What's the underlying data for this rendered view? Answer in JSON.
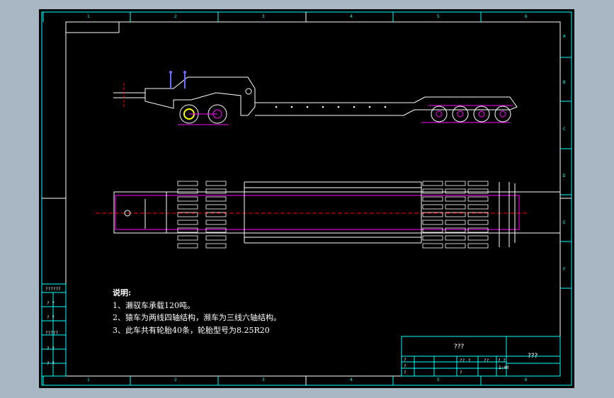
{
  "drawing": {
    "background": "#000000",
    "frame_color": "#00ffff",
    "line_color": "#ffffff",
    "centerline_color": "#ff0000",
    "hidden_color": "#ff00ff",
    "views": [
      "side-elevation",
      "plan-view"
    ]
  },
  "notes": {
    "heading": "说明:",
    "items": [
      "1、濑驭车承载120吨。",
      "2、猿车为两线四轴结构，濒车为三线六轴结构。",
      "3、此车共有轮胎40条，轮胎型号为8.25R20"
    ]
  },
  "title_block": {
    "center_title": "???",
    "right_title": "???",
    "scale_row": [
      "??",
      "?",
      "??",
      "? ?"
    ],
    "ratio": "1:40",
    "row_marks": [
      "?",
      "?",
      "?",
      "?"
    ]
  },
  "left_panel": {
    "rows": [
      "??????",
      "? ?",
      "? ?",
      "?????",
      "? ?",
      "? ?"
    ]
  },
  "frame_labels": {
    "top": [
      "1",
      "2",
      "3",
      "4",
      "5",
      "6"
    ],
    "bottom": [
      "1",
      "2",
      "3",
      "4",
      "5",
      "6"
    ],
    "right": [
      "A",
      "B",
      "C",
      "D",
      "E",
      "F"
    ]
  }
}
